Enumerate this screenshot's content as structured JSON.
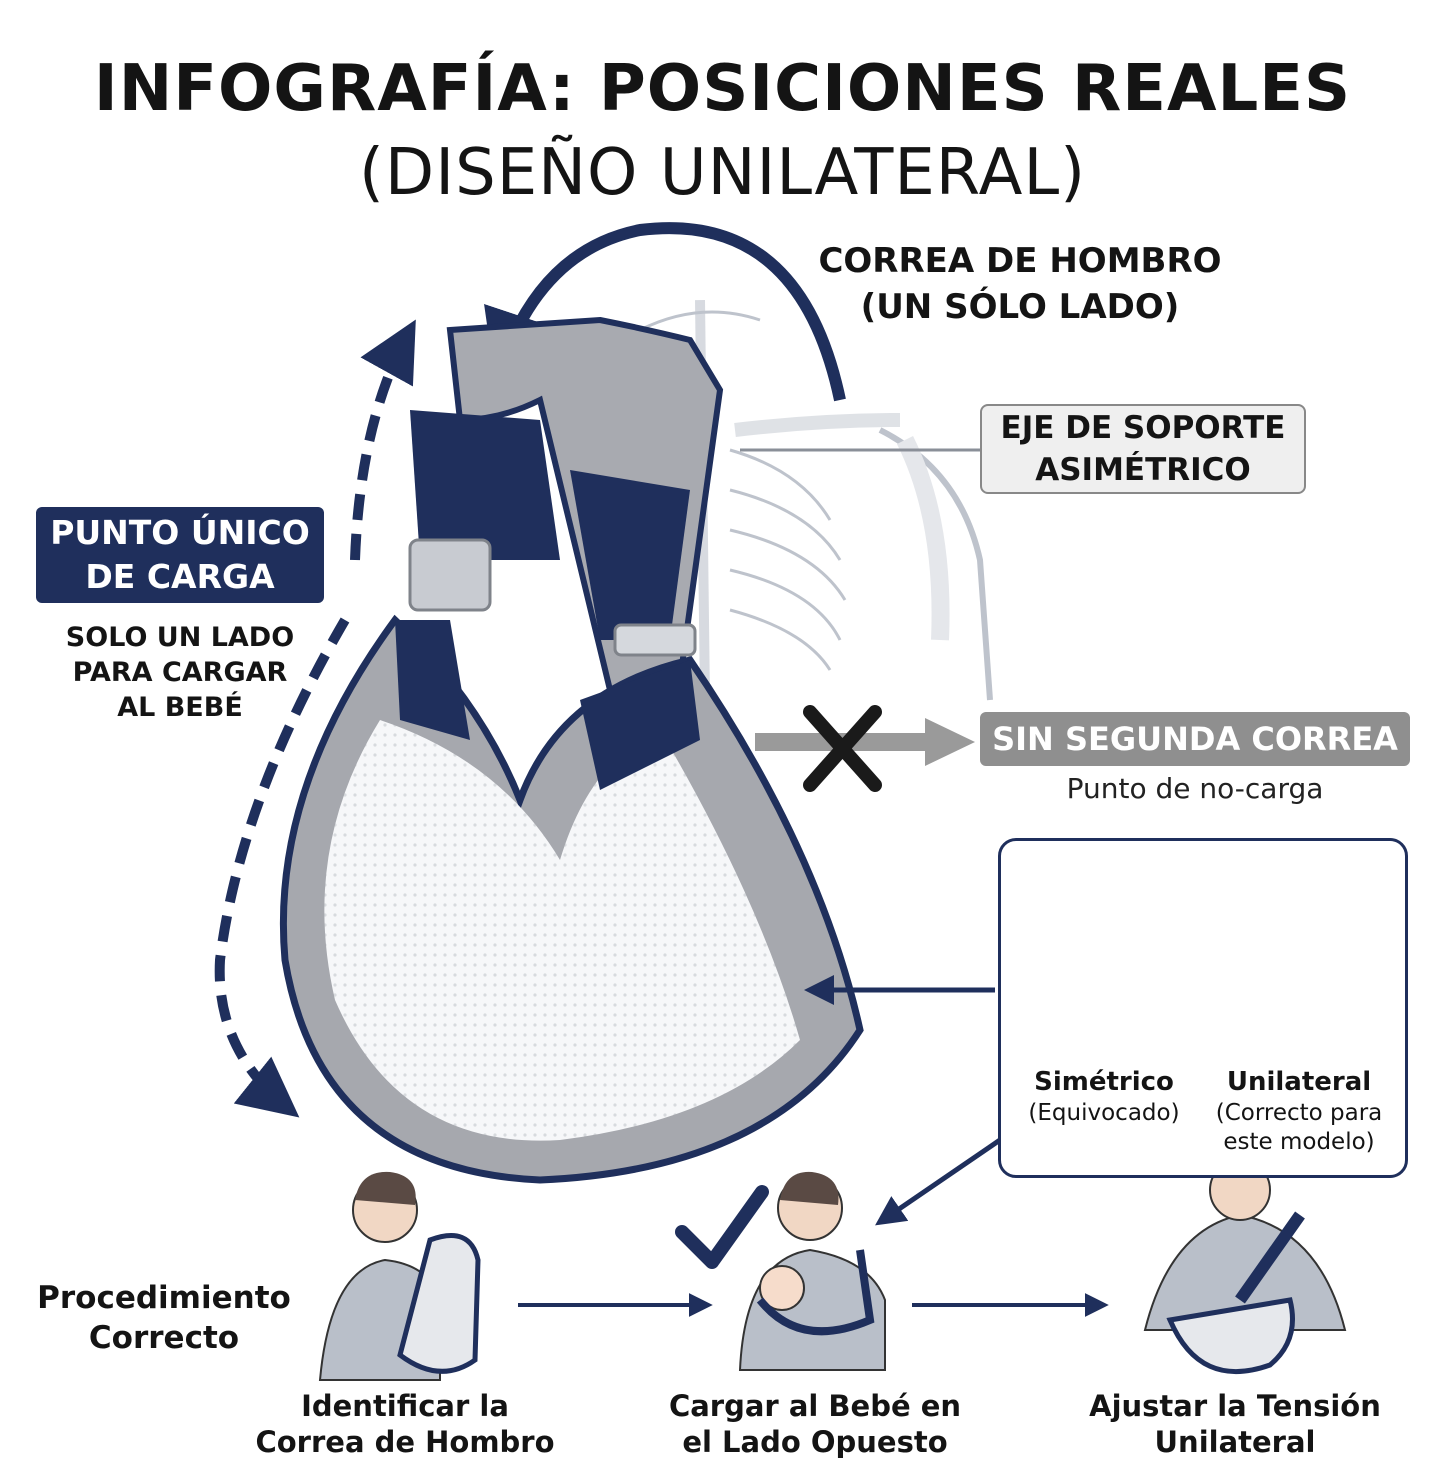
{
  "title": {
    "line1": "INFOGRAFÍA: POSICIONES REALES",
    "line2": "(DISEÑO UNILATERAL)"
  },
  "labels": {
    "shoulder_strap": {
      "line1": "CORREA DE HOMBRO",
      "line2": "(UN SÓLO LADO)"
    },
    "support_axis": {
      "line1": "EJE DE SOPORTE",
      "line2": "ASIMÉTRICO"
    },
    "single_load_point": {
      "line1": "PUNTO ÚNICO",
      "line2": "DE CARGA"
    },
    "single_load_desc": {
      "line1": "SOLO UN LADO",
      "line2": "PARA CARGAR",
      "line3": "AL BEBÉ"
    },
    "no_second_strap": {
      "title": "SIN SEGUNDA CORREA",
      "subtitle": "Punto de no-carga"
    }
  },
  "comparison": {
    "symmetric": {
      "title": "Simétrico",
      "note": "(Equivocado)"
    },
    "unilateral": {
      "title": "Unilateral",
      "note_line1": "(Correcto para",
      "note_line2": "este modelo)"
    }
  },
  "procedure": {
    "heading_line1": "Procedimiento",
    "heading_line2": "Correcto",
    "steps": [
      {
        "line1": "Identificar la",
        "line2": "Correa de Hombro"
      },
      {
        "line1": "Cargar al Bebé en",
        "line2": "el Lado Opuesto"
      },
      {
        "line1": "Ajustar la Tensión",
        "line2": "Unilateral"
      }
    ]
  },
  "colors": {
    "navy": "#1f2f5c",
    "strap_gray": "#9a9ca3",
    "mesh_white": "#f2f4f6",
    "label_gray": "#8f8f8f"
  }
}
